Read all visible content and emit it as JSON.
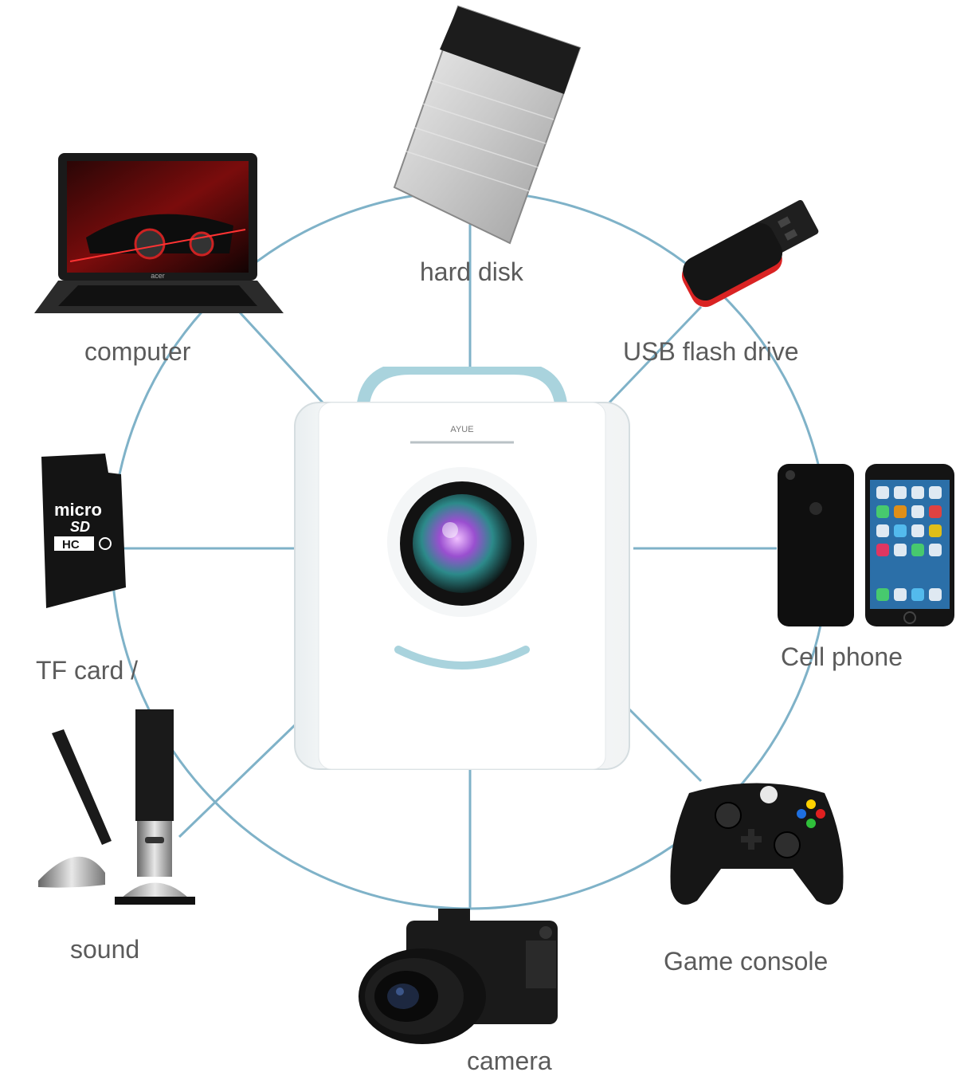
{
  "labels": {
    "hard_disk": "hard disk",
    "computer": "computer",
    "usb_flash_drive": "USB flash drive",
    "tf_card": "TF card /",
    "cell_phone": "Cell phone",
    "sound": "sound",
    "game_console": "Game console",
    "camera": "camera"
  },
  "device_text": {
    "projector_logo": "AYUE",
    "sd_brand": "micro",
    "sd_type": "SD",
    "sd_hc": "HC",
    "laptop_brand": "acer"
  },
  "colors": {
    "connector_line": "#7fb2c8",
    "projector_accent": "#a9d3dd",
    "label_text": "#5b5b5b",
    "usb_red": "#d92323"
  }
}
